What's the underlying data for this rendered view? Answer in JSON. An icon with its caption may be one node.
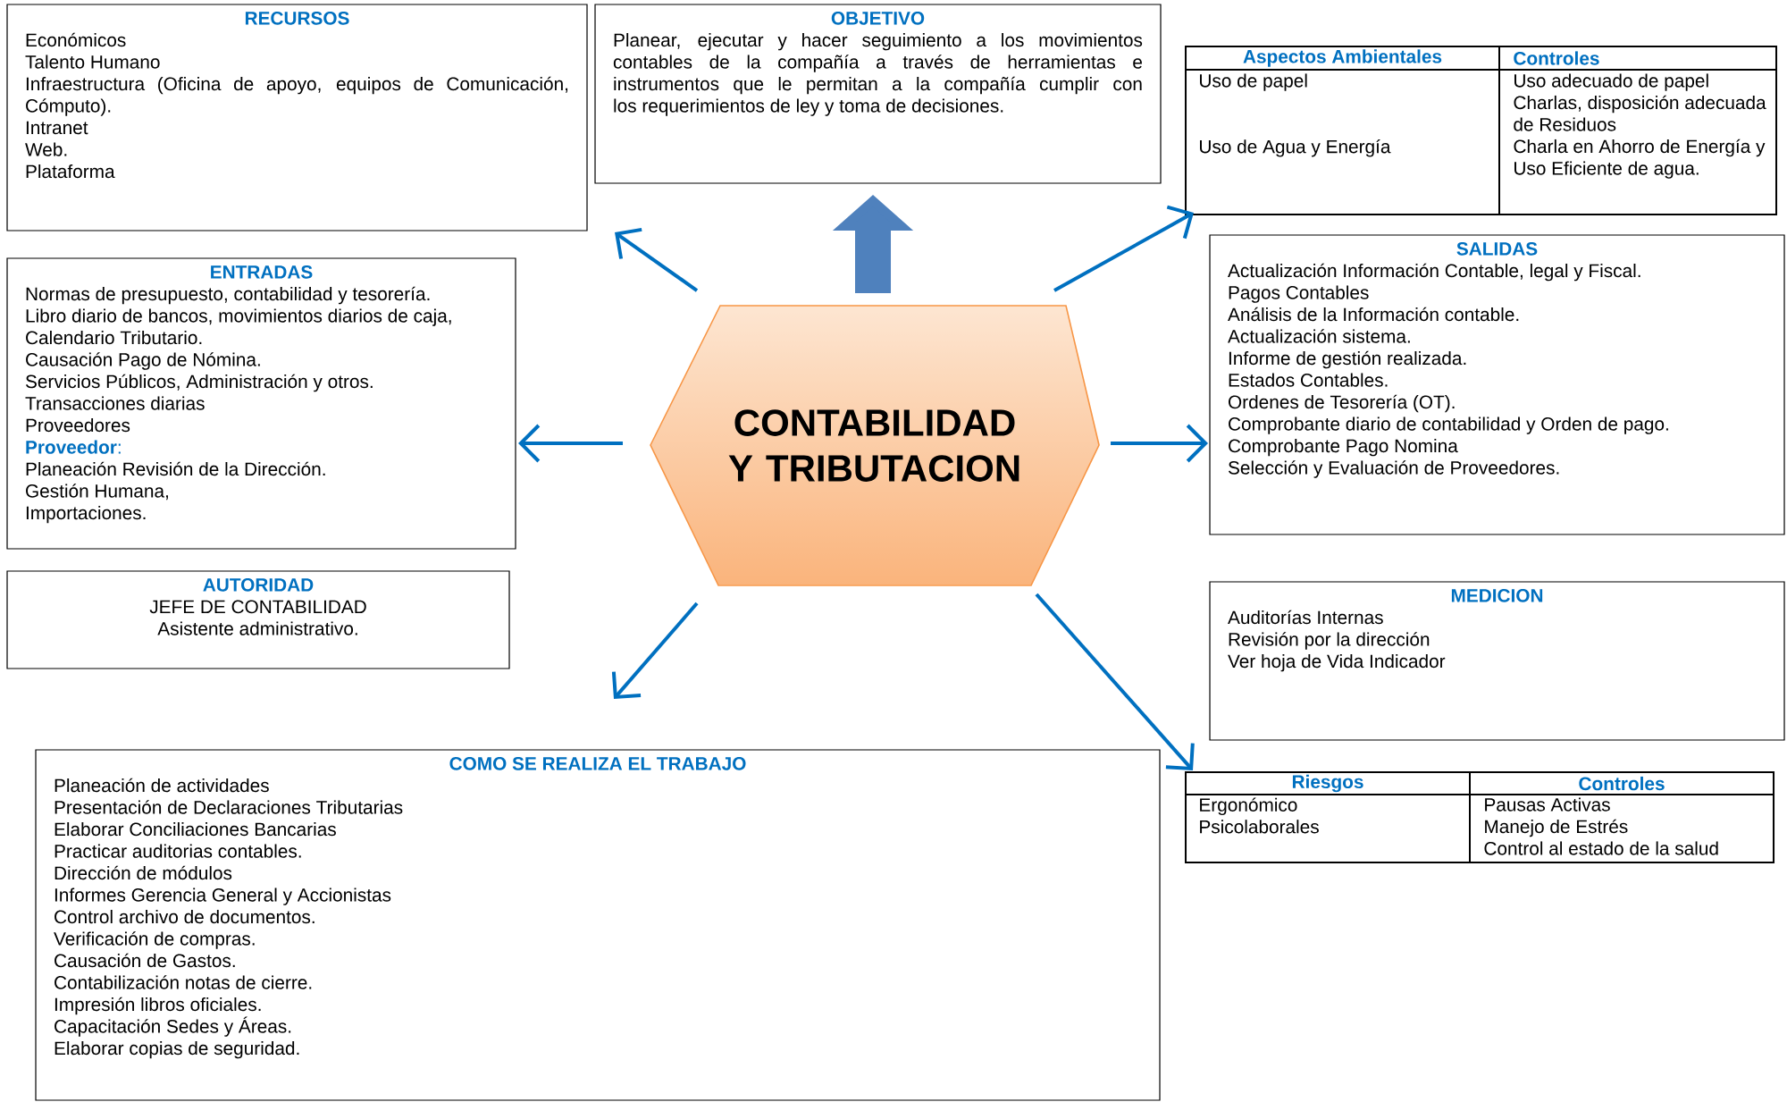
{
  "diagram": {
    "nodes": [
      {
        "text": [
          "CONTABILIDAD Y TRIBUTACION"
        ]
      },
      {
        "text": [
          "RECURSOS",
          "Económicos",
          "Talento Humano",
          "Infraestructura (Oficina de apoyo, equipos de Comunicación, Cómputo).",
          "Intranet",
          "Web.",
          "Plataforma"
        ]
      },
      {
        "text": [
          "OBJETIVO",
          "Planear, ejecutar y hacer seguimiento a los movimientos contables de la compañía a través de herramientas e instrumentos que le permitan a la compañía cumplir con los requerimientos de ley y toma de decisiones."
        ]
      },
      {
        "text": [
          "Aspectos Ambientales",
          "Controles",
          "Uso de papel",
          "Uso de Agua y Energía",
          "Uso adecuado de papel",
          "Charlas, disposición adecuada de Residuos",
          "Charla en Ahorro de Energía y Uso Eficiente de agua."
        ]
      },
      {
        "text": [
          "SALIDAS",
          "Actualización Información Contable, legal y Fiscal.",
          "Pagos Contables",
          "Análisis de la Información contable.",
          "Actualización sistema.",
          "Informe de gestión realizada.",
          "Estados Contables.",
          "Ordenes de Tesorería (OT).",
          "Comprobante diario de contabilidad y Orden de pago.",
          "Comprobante Pago Nomina",
          "Selección y Evaluación de Proveedores."
        ]
      },
      {
        "text": [
          "ENTRADAS",
          "Normas de presupuesto, contabilidad y tesorería.",
          "Libro diario de bancos, movimientos diarios de caja,",
          "Calendario Tributario.",
          "Causación Pago de Nómina.",
          "Servicios Públicos, Administración y otros.",
          "Transacciones diarias",
          "Proveedores",
          "**Proveedor**:",
          "Planeación Revisión de la Dirección.",
          "Gestión Humana,",
          "Importaciones."
        ]
      },
      {
        "text": [
          "AUTORIDAD",
          "JEFE DE CONTABILIDAD",
          "Asistente administrativo."
        ]
      },
      {
        "text": [
          "MEDICION",
          "Auditorías Internas",
          "Revisión por la dirección",
          "Ver hoja de Vida Indicador"
        ]
      },
      {
        "text": [
          "COMO SE REALIZA EL TRABAJO",
          "Planeación de actividades",
          "Presentación de Declaraciones Tributarias",
          "Elaborar Conciliaciones Bancarias",
          "Practicar auditorias contables.",
          "Dirección de módulos",
          "Informes Gerencia General y Accionistas",
          "Control archivo de documentos.",
          "Verificación de compras.",
          "Causación de Gastos.",
          "Contabilización notas de cierre.",
          "Impresión libros oficiales.",
          "Capacitación Sedes y Áreas.",
          "Elaborar copias de seguridad."
        ]
      },
      {
        "text": [
          "Riesgos",
          "Controles",
          "Ergonómico",
          "Psicolaborales",
          "Pausas Activas",
          "Manejo de Estrés",
          "Control al estado de la salud"
        ]
      }
    ],
    "edges": [
      {
        "from": 0,
        "to": 1,
        "arrow": "to"
      },
      {
        "from": 0,
        "to": 2,
        "arrow": "to",
        "style": "thick",
        "color": "#4f81bd"
      },
      {
        "from": 0,
        "to": 3,
        "arrow": "to"
      },
      {
        "from": 0,
        "to": 4,
        "arrow": "to"
      },
      {
        "from": 0,
        "to": 5,
        "arrow": "to"
      },
      {
        "from": 0,
        "to": 8,
        "arrow": "to"
      },
      {
        "from": 0,
        "to": 9,
        "arrow": "to"
      }
    ]
  }
}
